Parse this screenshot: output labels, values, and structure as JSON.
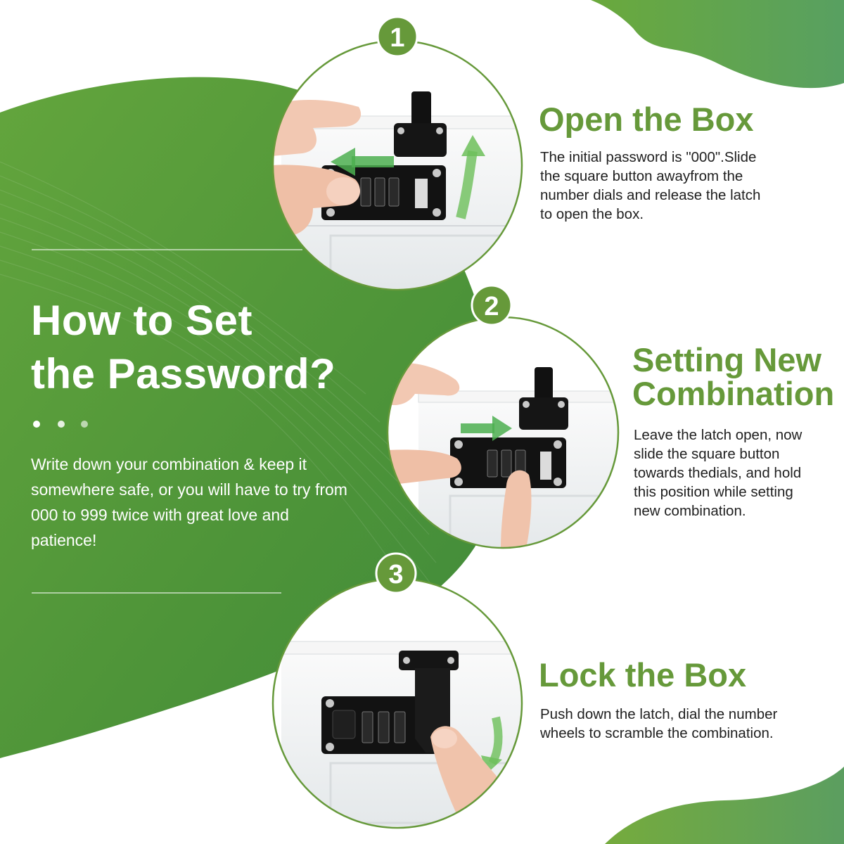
{
  "headline": "How to Set\nthe Password?",
  "intro": "Write down your combination & keep it somewhere safe, or you will have to try from 000 to 999 twice with great love and patience!",
  "colors": {
    "green": "#66993a",
    "dark_green": "#4f8a35",
    "text": "#1f1f1f",
    "latch": "#111111"
  },
  "steps": [
    {
      "number": "1",
      "title": "Open the Box",
      "body": "The initial password is \"000\".Slide\nthe square button awayfrom the\nnumber dials and release the latch\nto open the box."
    },
    {
      "number": "2",
      "title": "Setting New\nCombination",
      "body": "Leave the latch open, now\nslide the square button\ntowards thedials, and hold\nthis position while setting\nnew combination."
    },
    {
      "number": "3",
      "title": "Lock the Box",
      "body": "Push down the latch, dial the number\nwheels to scramble the combination."
    }
  ],
  "icons": [
    "hand-icon",
    "arrow-left-icon",
    "arrow-curve-up-icon",
    "arrow-right-icon",
    "arrow-curve-down-icon",
    "combination-lock-icon"
  ]
}
